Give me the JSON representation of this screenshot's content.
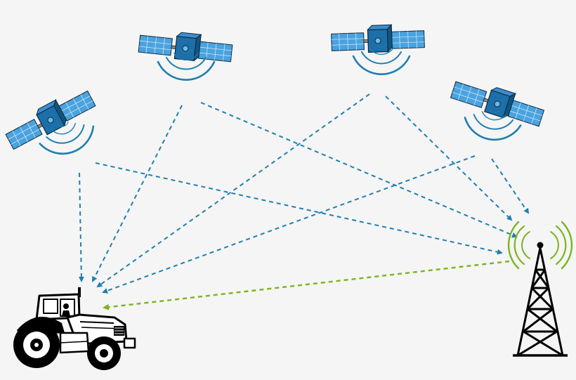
{
  "diagram": {
    "colors": {
      "background": "#f5f5f5",
      "satellite_link": "#1f7fb0",
      "station_link": "#7ab51d",
      "panel_fill": "#4aa3df",
      "body_fill": "#1c6fa8",
      "signal_arc": "#1f7fb0",
      "tower_arc": "#7ab51d",
      "outline": "#000000"
    },
    "nodes": [
      {
        "id": "satellite-1",
        "icon": "satellite-icon"
      },
      {
        "id": "satellite-2",
        "icon": "satellite-icon"
      },
      {
        "id": "satellite-3",
        "icon": "satellite-icon"
      },
      {
        "id": "satellite-4",
        "icon": "satellite-icon"
      },
      {
        "id": "base-station",
        "icon": "radio-tower-icon"
      },
      {
        "id": "tractor",
        "icon": "tractor-icon"
      }
    ],
    "edges": [
      {
        "from": "satellite-1",
        "to": "tractor",
        "style": "dashed",
        "color": "satellite_link"
      },
      {
        "from": "satellite-1",
        "to": "base-station",
        "style": "dashed",
        "color": "satellite_link"
      },
      {
        "from": "satellite-2",
        "to": "tractor",
        "style": "dashed",
        "color": "satellite_link"
      },
      {
        "from": "satellite-2",
        "to": "base-station",
        "style": "dashed",
        "color": "satellite_link"
      },
      {
        "from": "satellite-3",
        "to": "tractor",
        "style": "dashed",
        "color": "satellite_link"
      },
      {
        "from": "satellite-3",
        "to": "base-station",
        "style": "dashed",
        "color": "satellite_link"
      },
      {
        "from": "satellite-4",
        "to": "tractor",
        "style": "dashed",
        "color": "satellite_link"
      },
      {
        "from": "satellite-4",
        "to": "base-station",
        "style": "dashed",
        "color": "satellite_link"
      },
      {
        "from": "base-station",
        "to": "tractor",
        "style": "dashed",
        "color": "station_link"
      }
    ]
  }
}
